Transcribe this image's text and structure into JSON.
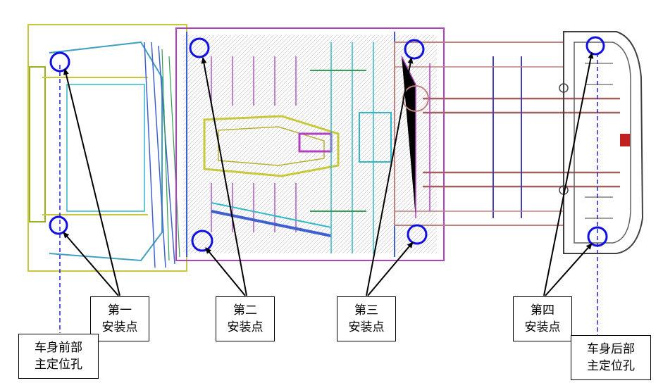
{
  "labels": {
    "front_hole": {
      "line1": "车身前部",
      "line2": "主定位孔"
    },
    "rear_hole": {
      "line1": "车身后部",
      "line2": "主定位孔"
    },
    "point1": {
      "line1": "第一",
      "line2": "安装点"
    },
    "point2": {
      "line1": "第二",
      "line2": "安装点"
    },
    "point3": {
      "line1": "第三",
      "line2": "安装点"
    },
    "point4": {
      "line1": "第四",
      "line2": "安装点"
    }
  },
  "colors": {
    "marker": "#1010e0",
    "dashed_line": "#2020d0",
    "arrow": "#000000",
    "outline_a": "#c8c83c",
    "outline_b": "#b040c0",
    "outline_c": "#30b8c8",
    "outline_d": "#4060d0",
    "outline_e": "#c08080",
    "outline_f": "#404040"
  }
}
